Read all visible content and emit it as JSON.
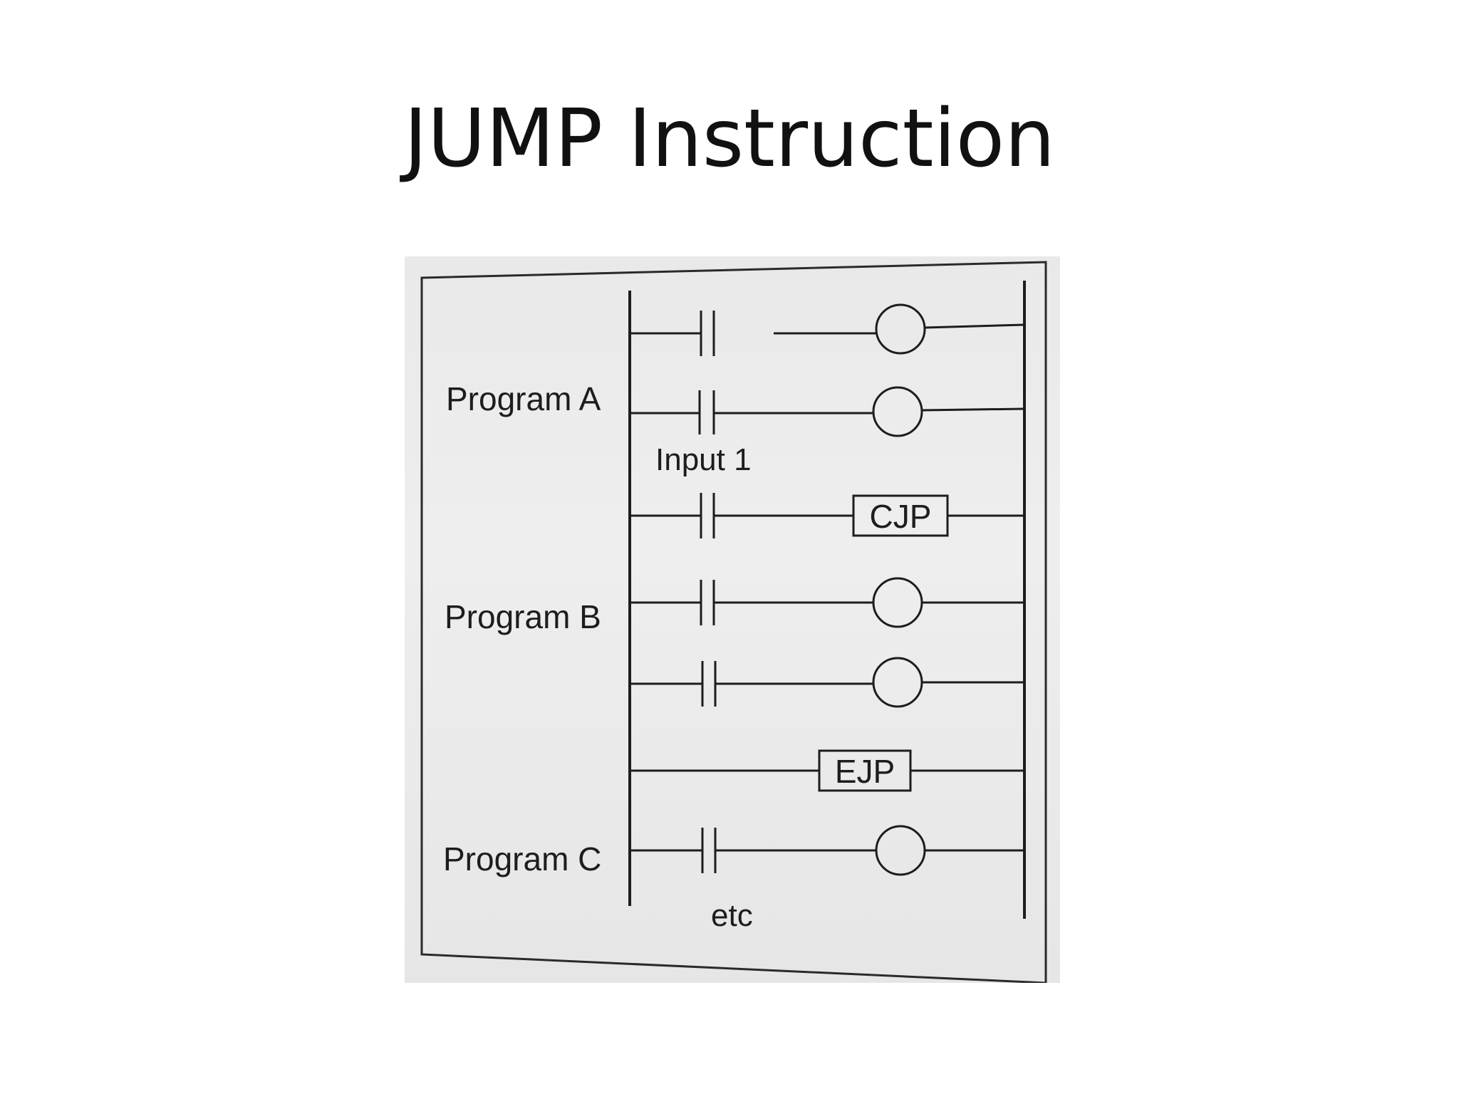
{
  "slide": {
    "title": "JUMP Instruction"
  },
  "diagram": {
    "sections": [
      {
        "label": "Program A"
      },
      {
        "label": "Program B"
      },
      {
        "label": "Program C"
      }
    ],
    "contact_label": "Input 1",
    "instructions": {
      "conditional_jump": "CJP",
      "end_jump": "EJP"
    },
    "continuation": "etc"
  },
  "colors": {
    "background": "#ffffff",
    "photo_background": "#eaeaea",
    "ink": "#1d1d1d"
  }
}
